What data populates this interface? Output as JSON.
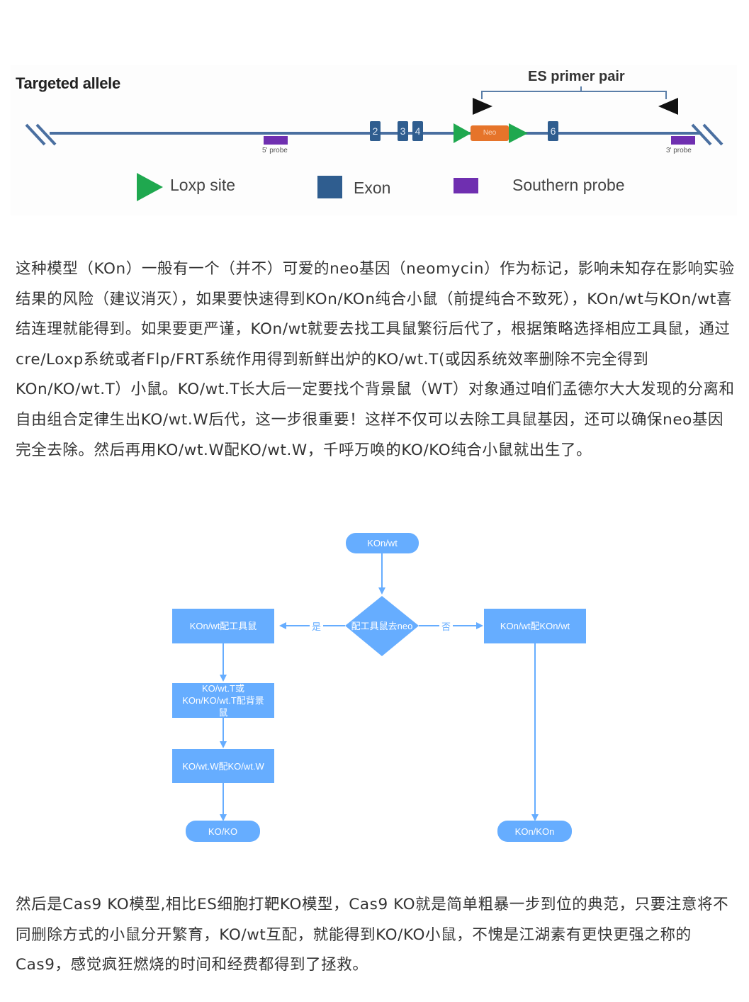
{
  "figure": {
    "title": "Targeted allele",
    "primer_label": "ES primer pair",
    "exons": [
      "2",
      "3",
      "4",
      "6"
    ],
    "neo_label": "Neo",
    "probe_5_label": "5' probe",
    "probe_3_label": "3' probe",
    "legend": [
      {
        "label": "Loxp site",
        "icon": "green-triangle-icon",
        "color": "#1fa84f"
      },
      {
        "label": "Exon",
        "icon": "blue-square-icon",
        "color": "#2f5d8f"
      },
      {
        "label": "Southern probe",
        "icon": "purple-rect-icon",
        "color": "#6f2fb0"
      }
    ],
    "colors": {
      "line": "#4a6fa0",
      "neo": "#e6742a",
      "loxp": "#1fa84f",
      "probe": "#6f2fb0"
    }
  },
  "paragraphs": [
    "这种模型（KOn）一般有一个（并不）可爱的neo基因（neomycin）作为标记，影响未知存在影响实验结果的风险（建议消灭），如果要快速得到KOn/KOn纯合小鼠（前提纯合不致死），KOn/wt与KOn/wt喜结连理就能得到。如果要更严谨，KOn/wt就要去找工具鼠繁衍后代了，根据策略选择相应工具鼠，通过cre/Loxp系统或者Flp/FRT系统作用得到新鲜出炉的KO/wt.T(或因系统效率删除不完全得到KOn/KO/wt.T）小鼠。KO/wt.T长大后一定要找个背景鼠（WT）对象通过咱们孟德尔大大发现的分离和自由组合定律生出KO/wt.W后代，这一步很重要！这样不仅可以去除工具鼠基因，还可以确保neo基因完全去除。然后再用KO/wt.W配KO/wt.W，千呼万唤的KO/KO纯合小鼠就出生了。",
    "然后是Cas9 KO模型,相比ES细胞打靶KO模型，Cas9 KO就是简单粗暴一步到位的典范，只要注意将不同删除方式的小鼠分开繁育，KO/wt互配，就能得到KO/KO小鼠，不愧是江湖素有更快更强之称的Cas9，感觉疯狂燃烧的时间和经费都得到了拯救。"
  ],
  "flowchart": {
    "color": "#66adff",
    "start": "KOn/wt",
    "decision": "配工具鼠去neo",
    "yes_label": "是",
    "no_label": "否",
    "left_steps": [
      "KOn/wt配工具鼠",
      "KO/wt.T或KOn/KO/wt.T配背景鼠",
      "KO/wt.W配KO/wt.W"
    ],
    "left_end": "KO/KO",
    "right_step": "KOn/wt配KOn/wt",
    "right_end": "KOn/KOn"
  }
}
